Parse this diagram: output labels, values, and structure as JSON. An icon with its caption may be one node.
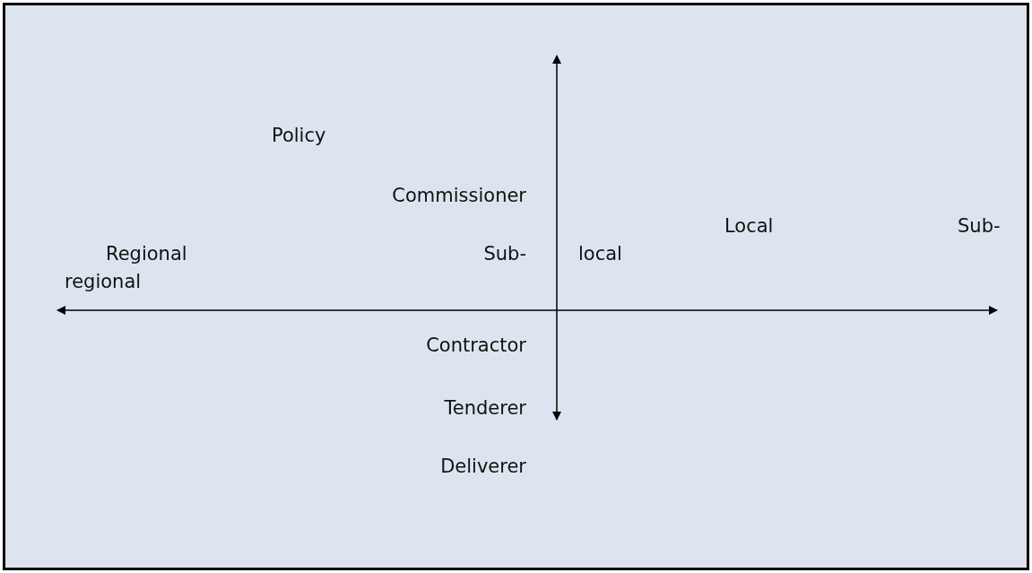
{
  "diagram": {
    "labels": [
      "Policy",
      "Commissioner",
      "Local",
      "Sub-",
      "Regional",
      "Sub-",
      "local",
      "regional",
      "Contractor",
      "Tenderer",
      "Deliverer"
    ]
  }
}
